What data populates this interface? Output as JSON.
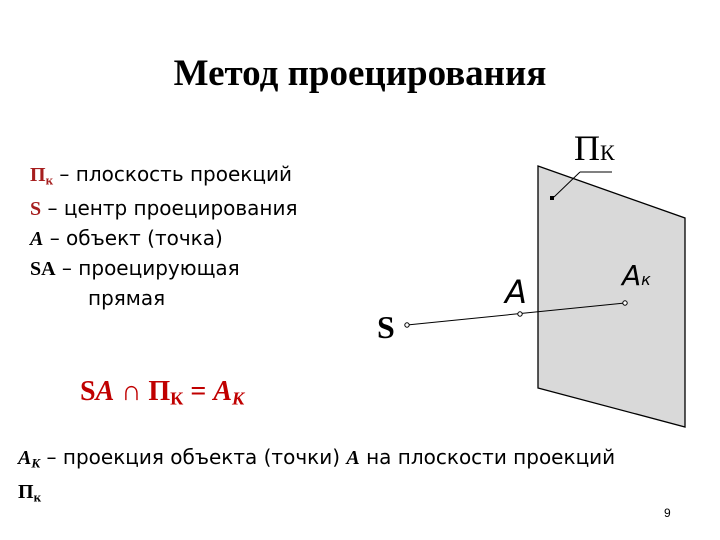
{
  "slide": {
    "title": "Метод проецирования",
    "page_number": "9"
  },
  "definitions": [
    {
      "symbol": "П",
      "symbol_sub": "к",
      "text": " – плоскость проекций"
    },
    {
      "symbol": "S",
      "text": " – центр проецирования"
    },
    {
      "symbol": "A",
      "text": " – объект (точка)"
    },
    {
      "symbol": "SA",
      "text": " – проецирующая"
    },
    {
      "text": "прямая"
    }
  ],
  "formula": {
    "part1": "S",
    "part2": "A",
    "op": " ∩ ",
    "part3": "П",
    "part3_sub": "К",
    "eq": " = ",
    "part4": "A",
    "part4_sub": "К"
  },
  "note": {
    "symbol": "A",
    "symbol_sub": "К",
    "text1": " – проекция объекта (точки) ",
    "symbol2": "A",
    "text2": " на плоскости проекций ",
    "symbol3": "П",
    "symbol3_sub": "к"
  },
  "diagram": {
    "plane_label": "П",
    "plane_label_sub": "К",
    "center_label": "S",
    "object_label": "A",
    "projection_label": "A",
    "projection_label_sub": "к",
    "colors": {
      "plane_fill": "#d9d9d9",
      "stroke": "#000000"
    }
  }
}
